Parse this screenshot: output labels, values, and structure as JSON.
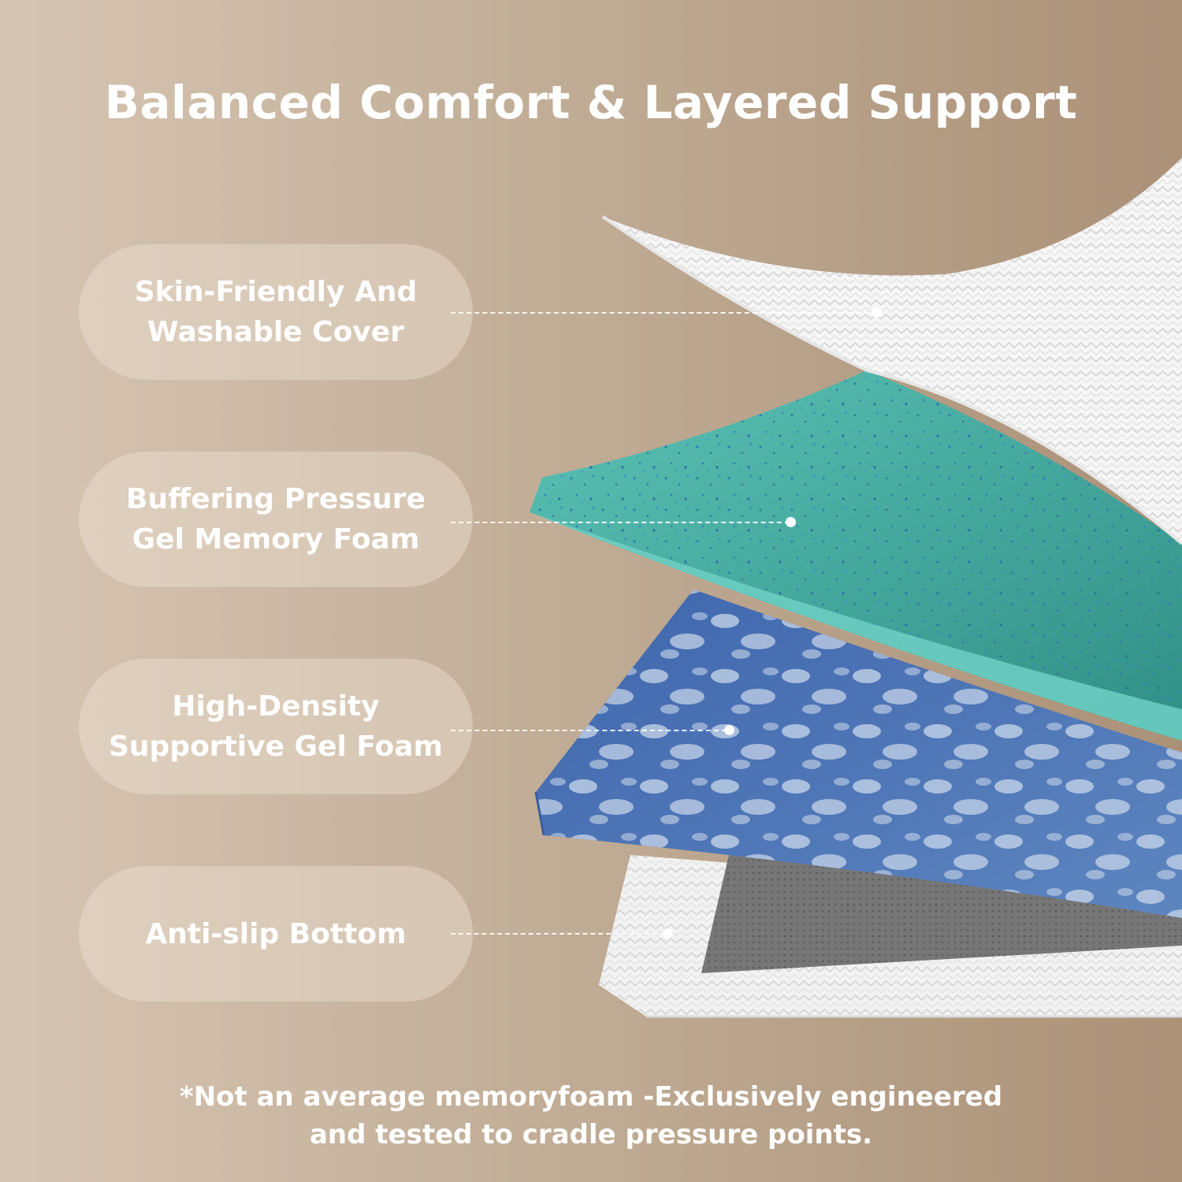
{
  "title": "Balanced Comfort & Layered Support",
  "colors": {
    "background_light": "#d6c5b3",
    "background_dark": "#ab9178",
    "cover_white": "#f4f4f4",
    "gel_teal": "#4fb5aa",
    "support_blue": "#4a72b0",
    "bottom_gray": "#7a7a7a"
  },
  "layers": [
    {
      "line1": "Skin-Friendly And",
      "line2": "Washable Cover"
    },
    {
      "line1": "Buffering Pressure",
      "line2": "Gel Memory Foam"
    },
    {
      "line1": "High-Density",
      "line2": "Supportive Gel Foam"
    },
    {
      "line1": "Anti-slip Bottom",
      "line2": ""
    }
  ],
  "footnote": {
    "line1": "*Not an average memoryfoam -Exclusively engineered",
    "line2": "and tested to cradle pressure points."
  }
}
